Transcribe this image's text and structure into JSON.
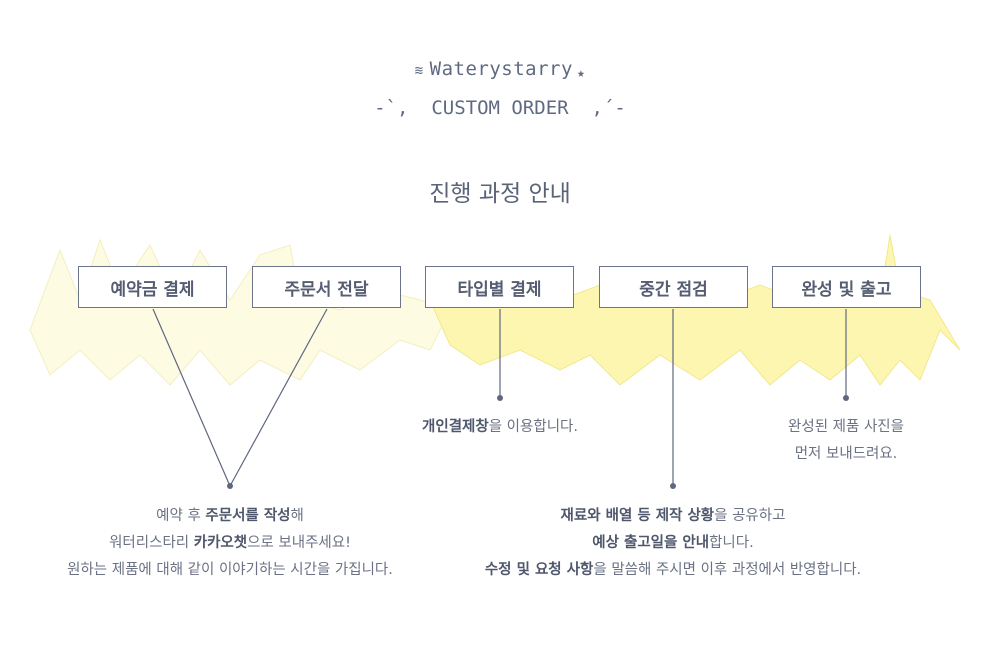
{
  "brand": {
    "mark_icon": "scribble-icon",
    "name": "Waterystarry",
    "star_icon": "star-icon"
  },
  "subtitle": "-`,  CUSTOM ORDER  ,´-",
  "heading": "진행 과정 안내",
  "steps": [
    {
      "label": "예약금 결제"
    },
    {
      "label": "주문서 전달"
    },
    {
      "label": "타입별 결제"
    },
    {
      "label": "중간 점검"
    },
    {
      "label": "완성 및 출고"
    }
  ],
  "notes": {
    "step12": [
      [
        "예약 후 ",
        "주문서를 작성",
        "해"
      ],
      [
        "워터리스타리 ",
        "카카오챗",
        "으로 보내주세요!"
      ],
      [
        "원하는 제품에 대해 같이 이야기하는 시간을 가집니다.",
        "",
        ""
      ]
    ],
    "step3": [
      [
        "",
        "개인결제창",
        "을 이용합니다."
      ]
    ],
    "step4": [
      [
        "",
        "재료와 배열 등 제작 상황",
        "을 공유하고"
      ],
      [
        "",
        "예상 출고일을 안내",
        "합니다."
      ],
      [
        "",
        "수정 및 요청 사항",
        "을 말씀해 주시면 이후 과정에서 반영합니다."
      ]
    ],
    "step5": [
      [
        "완성된 제품 사진을",
        "",
        ""
      ],
      [
        "먼저 보내드려요.",
        "",
        ""
      ]
    ]
  },
  "colors": {
    "accent_fill": "#fdf6b8",
    "accent_fill_light": "#fefbe0",
    "line": "#5f6780",
    "text": "#5b6377"
  }
}
